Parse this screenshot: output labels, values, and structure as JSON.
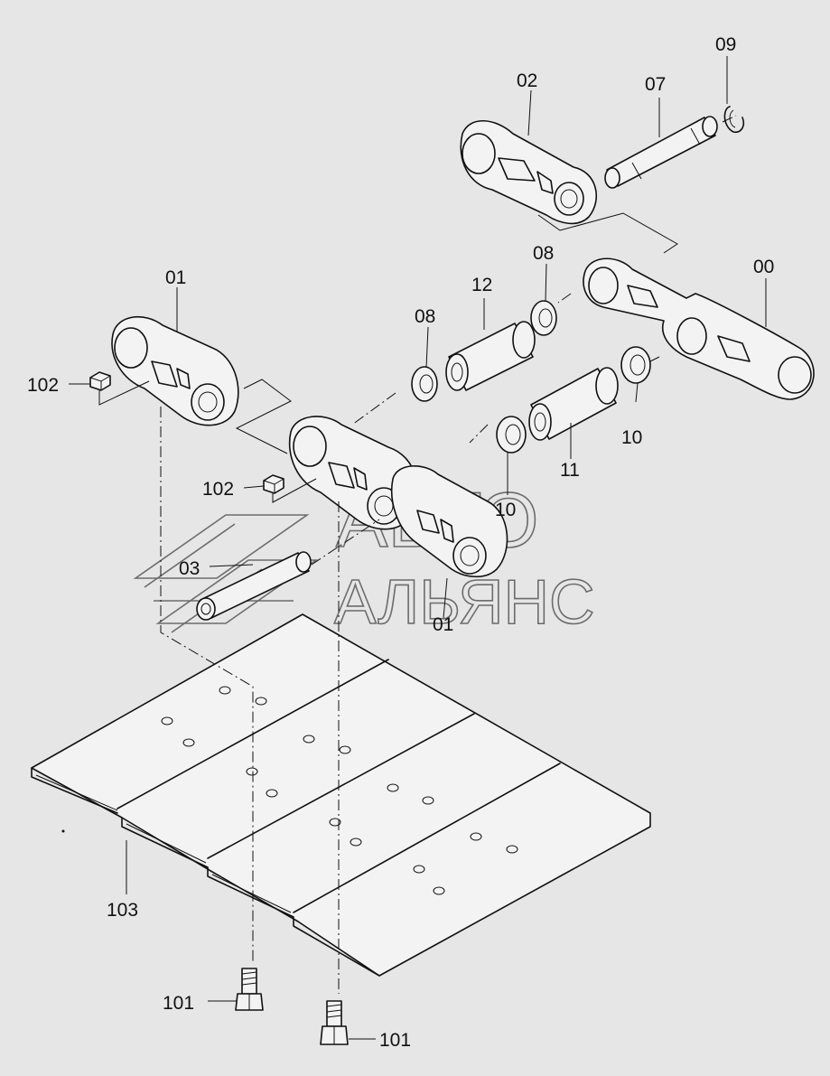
{
  "watermark": {
    "line1": "АВТО",
    "line2": "АЛЬЯНС"
  },
  "labels": {
    "p00": "00",
    "p01a": "01",
    "p01b": "01",
    "p02": "02",
    "p03": "03",
    "p07": "07",
    "p08a": "08",
    "p08b": "08",
    "p09": "09",
    "p10a": "10",
    "p10b": "10",
    "p11": "11",
    "p12": "12",
    "p101a": "101",
    "p101b": "101",
    "p102a": "102",
    "p102b": "102",
    "p103": "103"
  }
}
